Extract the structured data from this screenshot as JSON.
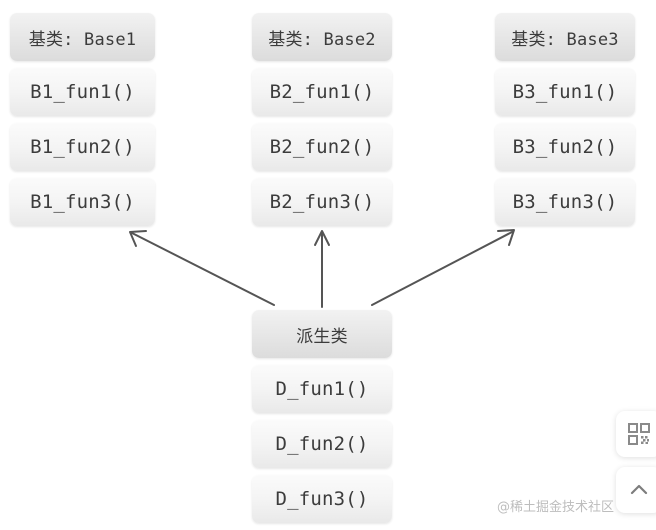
{
  "diagram": {
    "type": "uml-multiple-inheritance",
    "background_color": "#ffffff",
    "box_header_color": "#e4e4e4",
    "box_member_color": "#f4f4f4",
    "text_color": "#3c3c3c",
    "arrow_color": "#555555",
    "columns": [
      {
        "id": "base1",
        "header": "基类: Base1",
        "members": [
          "B1_fun1()",
          "B1_fun2()",
          "B1_fun3()"
        ]
      },
      {
        "id": "base2",
        "header": "基类: Base2",
        "members": [
          "B2_fun1()",
          "B2_fun2()",
          "B2_fun3()"
        ]
      },
      {
        "id": "base3",
        "header": "基类: Base3",
        "members": [
          "B3_fun1()",
          "B3_fun2()",
          "B3_fun3()"
        ]
      },
      {
        "id": "derived",
        "header": "派生类",
        "members": [
          "D_fun1()",
          "D_fun2()",
          "D_fun3()"
        ]
      }
    ],
    "arrows": [
      {
        "id": "derived-to-base1",
        "from": "derived",
        "to": "base1",
        "direction": "up-left"
      },
      {
        "id": "derived-to-base2",
        "from": "derived",
        "to": "base2",
        "direction": "up"
      },
      {
        "id": "derived-to-base3",
        "from": "derived",
        "to": "base3",
        "direction": "up-right"
      }
    ]
  },
  "watermark": {
    "text": "@稀土掘金技术社区"
  },
  "widgets": [
    {
      "id": "qrcode",
      "icon": "qr-code-icon"
    },
    {
      "id": "back-to-top",
      "icon": "chevron-up-icon"
    }
  ]
}
